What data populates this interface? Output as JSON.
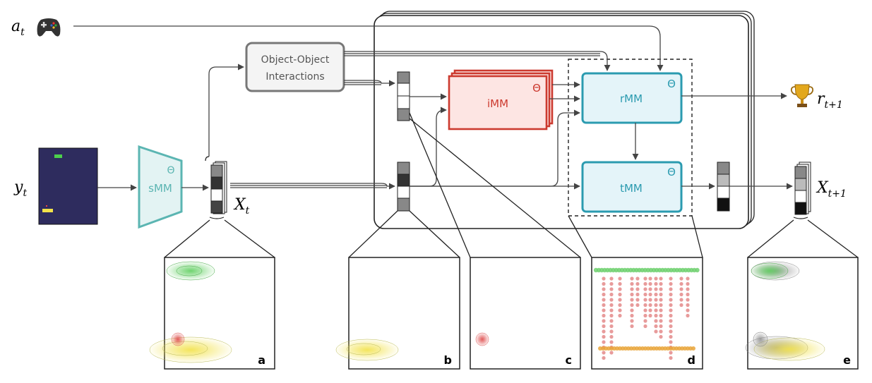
{
  "inputs": {
    "action": {
      "symbol": "a",
      "sub": "t",
      "icon": "gamepad-icon"
    },
    "observation": {
      "symbol": "y",
      "sub": "t"
    }
  },
  "modules": {
    "smm": {
      "label": "sMM",
      "theta": "Θ",
      "color": "#5bb5b2",
      "fill": "#e3f3f3"
    },
    "imm": {
      "label": "iMM",
      "theta": "Θ",
      "color": "#cc3a2f",
      "fill": "#fde5e3"
    },
    "rmm": {
      "label": "rMM",
      "theta": "Θ",
      "color": "#2b9bb0",
      "fill": "#e4f4f9"
    },
    "tmm": {
      "label": "tMM",
      "theta": "Θ",
      "color": "#2b9bb0",
      "fill": "#e4f4f9"
    },
    "ooi": {
      "label_line1": "Object-Object",
      "label_line2": "Interactions",
      "color": "#777777"
    }
  },
  "latents": {
    "xt": {
      "symbol": "X",
      "sub": "t"
    },
    "xt1": {
      "symbol": "X",
      "sub": "t+1"
    }
  },
  "reward": {
    "symbol": "r",
    "sub": "t+1",
    "icon": "trophy-icon"
  },
  "panels": [
    "a",
    "b",
    "c",
    "d",
    "e"
  ]
}
